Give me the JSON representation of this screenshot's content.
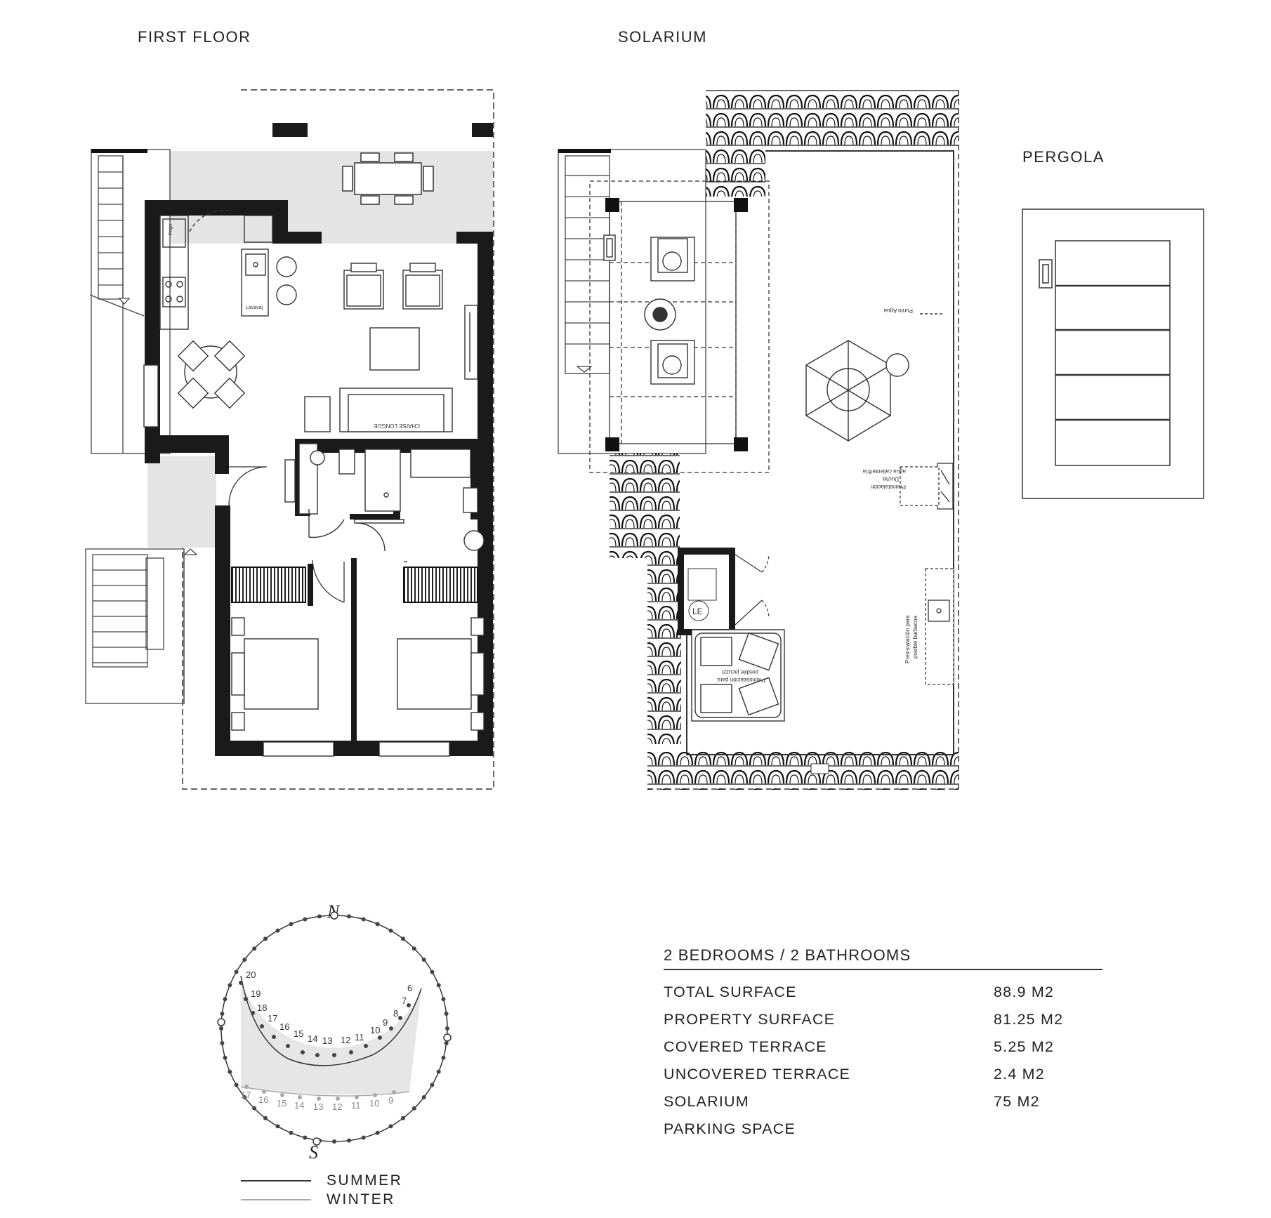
{
  "floor_plan_titles": {
    "first_floor": "FIRST FLOOR",
    "solarium": "SOLARIUM",
    "pergola": "PERGOLA"
  },
  "plan_annotations": {
    "kitchen_label": "Lavavaj",
    "fridge_label": "Frigo",
    "sofa_label": "CHAISE LONGUE",
    "water_point": "Punto Agua",
    "shower_note": [
      "Preinstalación",
      "Ducha",
      "agua caliente/fría"
    ],
    "bbq_note": [
      "Preinstalación para",
      "posible barbacoa"
    ],
    "jacuzzi_note": [
      "Preinstalación para",
      "posible jacuzzi"
    ],
    "laundry_label": "LE"
  },
  "sun_diagram": {
    "north": "N",
    "south": "S",
    "summer_hours": [
      "20",
      "19",
      "18",
      "17",
      "16",
      "15",
      "14",
      "13",
      "12",
      "11",
      "10",
      "9",
      "8",
      "7",
      "6"
    ],
    "winter_hours": [
      "17",
      "16",
      "15",
      "14",
      "13",
      "12",
      "11",
      "10",
      "9"
    ],
    "legend": {
      "summer": "SUMMER",
      "winter": "WINTER"
    },
    "colors": {
      "summer": "#333333",
      "winter": "#aaaaaa",
      "area": "#e6e6e6"
    }
  },
  "summary": {
    "heading": "2 BEDROOMS / 2 BATHROOMS",
    "rows": [
      {
        "label": "TOTAL SURFACE",
        "value": "88.9 M2"
      },
      {
        "label": "PROPERTY SURFACE",
        "value": "81.25 M2"
      },
      {
        "label": "COVERED TERRACE",
        "value": "5.25 M2"
      },
      {
        "label": "UNCOVERED TERRACE",
        "value": "2.4 M2"
      },
      {
        "label": "SOLARIUM",
        "value": "75 M2"
      },
      {
        "label": "PARKING SPACE",
        "value": ""
      }
    ]
  }
}
